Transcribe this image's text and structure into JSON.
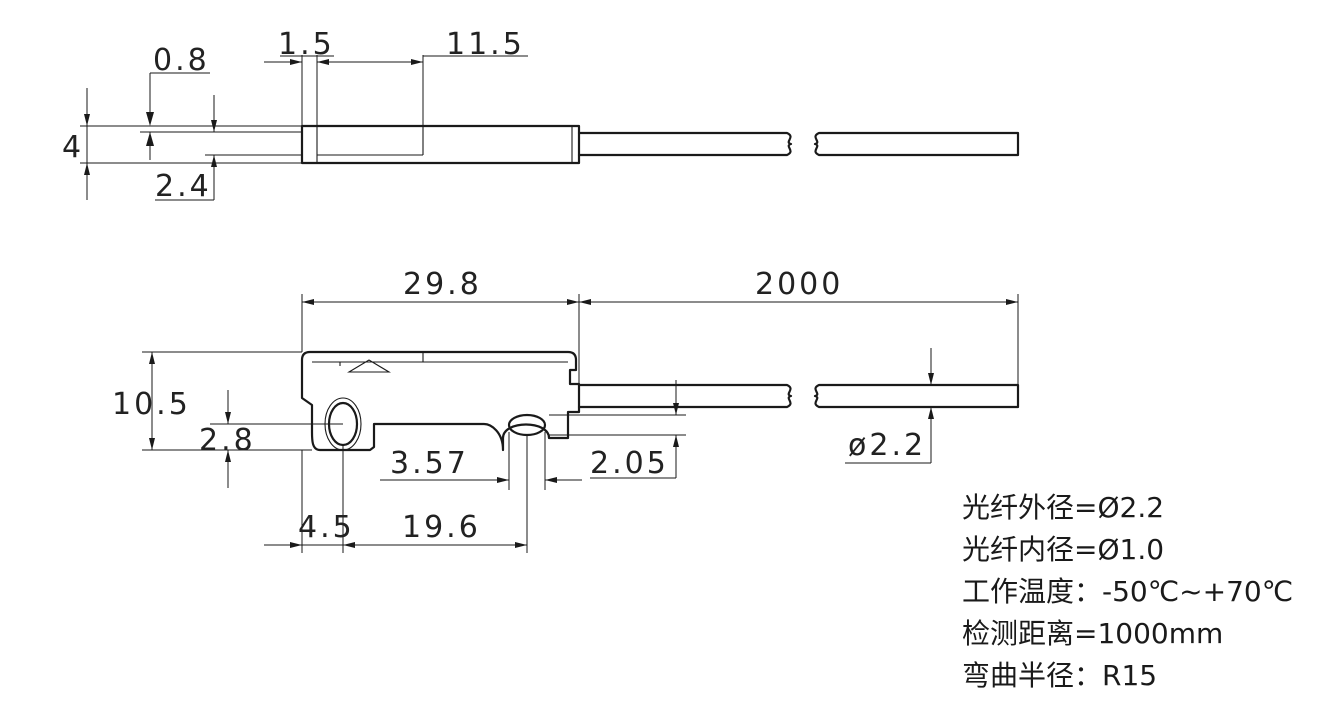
{
  "dimensions": {
    "d_0_8": "0.8",
    "d_1_5": "1.5",
    "d_11_5": "11.5",
    "d_4": "4",
    "d_2_4": "2.4",
    "d_29_8": "29.8",
    "d_2000": "2000",
    "d_10_5": "10.5",
    "d_2_8": "2.8",
    "d_3_57": "3.57",
    "d_2_05": "2.05",
    "d_dia_2_2": "ø2.2",
    "d_4_5": "4.5",
    "d_19_6": "19.6"
  },
  "specs": [
    "光纤外径=Ø2.2",
    "光纤内径=Ø1.0",
    "工作温度：-50℃~+70℃",
    "检测距离=1000mm",
    "弯曲半径：R15"
  ]
}
